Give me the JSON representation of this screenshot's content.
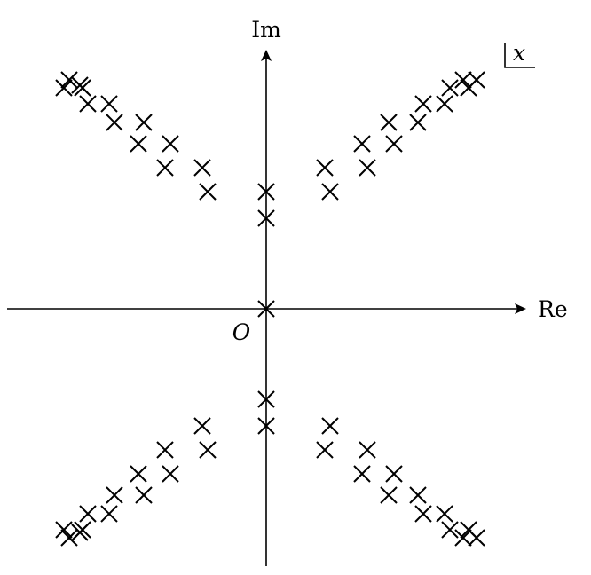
{
  "axes": {
    "real_label": "Re",
    "imag_label": "Im",
    "origin_label": "O"
  },
  "variable_label": "x",
  "points": [
    [
      0,
      0
    ],
    [
      0,
      3.4
    ],
    [
      0,
      4.4
    ],
    [
      0,
      -3.4
    ],
    [
      0,
      -4.4
    ],
    [
      2.2,
      5.3
    ],
    [
      2.4,
      4.4
    ],
    [
      3.8,
      5.3
    ],
    [
      3.6,
      6.2
    ],
    [
      4.8,
      6.2
    ],
    [
      4.6,
      7.0
    ],
    [
      5.7,
      7.0
    ],
    [
      5.9,
      7.7
    ],
    [
      6.7,
      7.7
    ],
    [
      6.9,
      8.3
    ],
    [
      7.6,
      8.3
    ],
    [
      7.4,
      8.6
    ],
    [
      7.9,
      8.6
    ],
    [
      -2.2,
      4.4
    ],
    [
      -2.4,
      5.3
    ],
    [
      -3.8,
      5.3
    ],
    [
      -3.6,
      6.2
    ],
    [
      -4.8,
      6.2
    ],
    [
      -4.6,
      7.0
    ],
    [
      -5.7,
      7.0
    ],
    [
      -5.9,
      7.7
    ],
    [
      -6.7,
      7.7
    ],
    [
      -6.9,
      8.3
    ],
    [
      -7.6,
      8.3
    ],
    [
      -7.4,
      8.6
    ],
    [
      -7.0,
      8.4
    ],
    [
      2.4,
      -4.4
    ],
    [
      2.2,
      -5.3
    ],
    [
      3.8,
      -5.3
    ],
    [
      3.6,
      -6.2
    ],
    [
      4.8,
      -6.2
    ],
    [
      4.6,
      -7.0
    ],
    [
      5.7,
      -7.0
    ],
    [
      5.9,
      -7.7
    ],
    [
      6.7,
      -7.7
    ],
    [
      6.9,
      -8.3
    ],
    [
      7.6,
      -8.3
    ],
    [
      7.4,
      -8.6
    ],
    [
      7.9,
      -8.6
    ],
    [
      -2.4,
      -4.4
    ],
    [
      -2.2,
      -5.3
    ],
    [
      -3.8,
      -5.3
    ],
    [
      -3.6,
      -6.2
    ],
    [
      -4.8,
      -6.2
    ],
    [
      -4.6,
      -7.0
    ],
    [
      -5.7,
      -7.0
    ],
    [
      -5.9,
      -7.7
    ],
    [
      -6.7,
      -7.7
    ],
    [
      -6.9,
      -8.3
    ],
    [
      -7.6,
      -8.3
    ],
    [
      -7.4,
      -8.6
    ],
    [
      -7.0,
      -8.4
    ]
  ]
}
